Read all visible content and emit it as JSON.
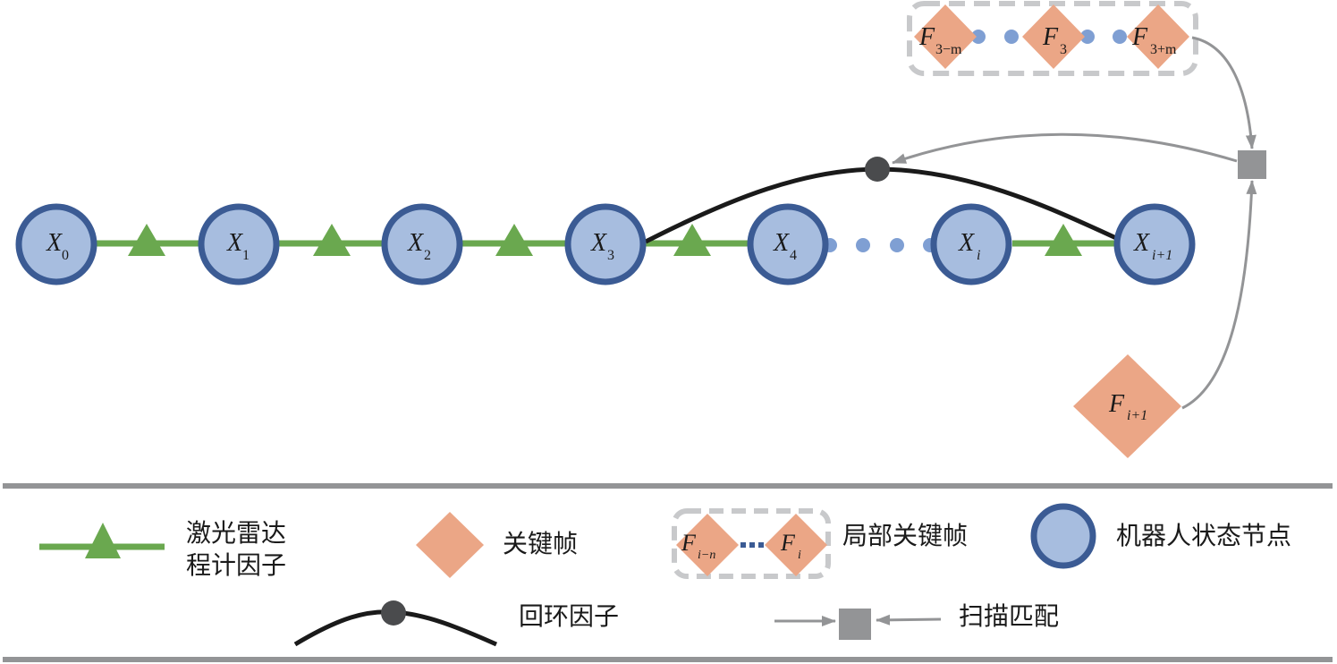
{
  "colors": {
    "node_fill": "#a7bddf",
    "node_stroke": "#3b5b94",
    "odom_green": "#6aa84f",
    "keyframe": "#eba686",
    "loop_line": "#1a1a1a",
    "loop_dot": "#4a4b4d",
    "scan_gray": "#939496",
    "dashed_box": "#c8c9cb",
    "dots_blue": "#7f9fd3",
    "divider": "#939496"
  },
  "nodes": [
    {
      "main": "X",
      "sub": "0"
    },
    {
      "main": "X",
      "sub": "1"
    },
    {
      "main": "X",
      "sub": "2"
    },
    {
      "main": "X",
      "sub": "3"
    },
    {
      "main": "X",
      "sub": "4"
    },
    {
      "main": "X",
      "sub": "i"
    },
    {
      "main": "X",
      "sub": "i+1"
    }
  ],
  "local_keyframes": [
    {
      "main": "F",
      "sub": "3−m"
    },
    {
      "main": "F",
      "sub": "3"
    },
    {
      "main": "F",
      "sub": "3+m"
    }
  ],
  "current_keyframe": {
    "main": "F",
    "sub": "i+1"
  },
  "legend": {
    "lidar_odometry_line1": "激光雷达",
    "lidar_odometry_line2": "程计因子",
    "keyframe": "关键帧",
    "local_keyframes": "局部关键帧",
    "local_kf_a": {
      "main": "F",
      "sub": "i−n"
    },
    "local_kf_b": {
      "main": "F",
      "sub": "i"
    },
    "robot_state_node": "机器人状态节点",
    "loop_factor": "回环因子",
    "scan_matching": "扫描匹配"
  }
}
